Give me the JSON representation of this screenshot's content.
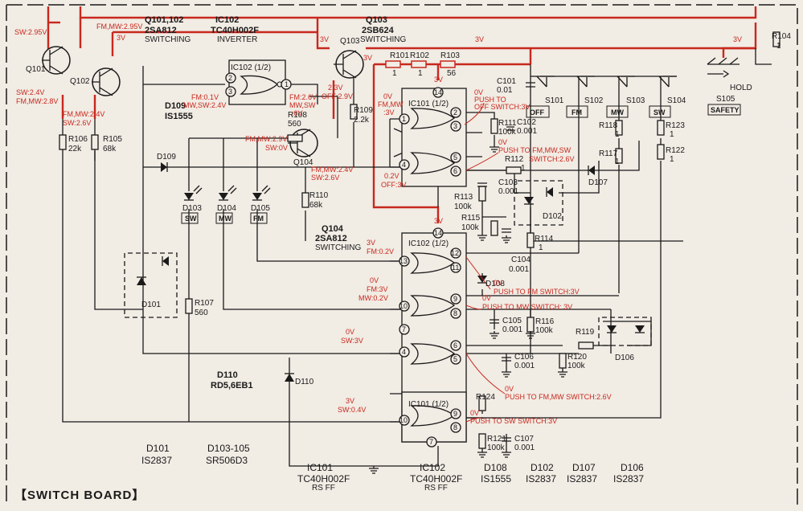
{
  "title": "【SWITCH BOARD】",
  "transistors": {
    "q101": "Q101",
    "q102": "Q102",
    "q101_102_header": "Q101,102",
    "q101_102_type": "2SA812",
    "q101_102_role": "SWITCHING",
    "q103": "Q103",
    "q103_header": "Q103",
    "q103_type": "2SB624",
    "q103_role": "SWITCHING",
    "q104": "Q104",
    "q104_header": "Q104",
    "q104_type": "2SA812",
    "q104_role": "SWITCHING"
  },
  "ic102_header": {
    "name": "IC102",
    "type": "TC40H002F",
    "role": "INVERTER"
  },
  "ics": {
    "ic102_half_top": "IC102 (1/2)",
    "ic101_half_top": "IC101 (1/2)",
    "ic102_half_mid": "IC102 (1/2)",
    "ic101_half_bottom": "IC101 (1/2)"
  },
  "diodes": {
    "d101": "D101",
    "d102": "D102",
    "d103": "D103",
    "d104": "D104",
    "d105": "D105",
    "d106": "D106",
    "d107": "D107",
    "d108": "D108",
    "d109": "D109",
    "d110": "D110",
    "d109_header": "D109",
    "d109_type": "IS1555",
    "d110_header": "D110",
    "d110_type": "RD5,6EB1",
    "d103_box": "SW",
    "d104_box": "MW",
    "d105_box": "FM"
  },
  "resistors": {
    "r101": "R101",
    "r101_v": "1",
    "r102": "R102",
    "r102_v": "1",
    "r103": "R103",
    "r103_v": "56",
    "r104": "R104",
    "r104_v": "1",
    "r105": "R105",
    "r105_v": "68k",
    "r106": "R106",
    "r106_v": "22k",
    "r107": "R107",
    "r107_v": "560",
    "r108": "R108",
    "r108_v": "560",
    "r109": "R109",
    "r109_v": "2.2k",
    "r110": "R110",
    "r110_v": "68k",
    "r111": "R111",
    "r111_v": "100k",
    "r112": "R112",
    "r112_v": "1",
    "r113": "R113",
    "r113_v": "100k",
    "r114": "R114",
    "r114_v": "1",
    "r115": "R115",
    "r115_v": "100k",
    "r116": "R116",
    "r116_v": "100k",
    "r117": "R117",
    "r117_v": "1",
    "r118": "R118",
    "r118_v": "1",
    "r119": "R119",
    "r120": "R120",
    "r120_v": "100k",
    "r121": "R121",
    "r121_v": "100k",
    "r122": "R122",
    "r122_v": "1",
    "r123": "R123",
    "r123_v": "1",
    "r124": "R124"
  },
  "capacitors": {
    "c101": "C101",
    "c101_v": "0.01",
    "c102": "C102",
    "c102_v": "0.001",
    "c103": "C103",
    "c103_v": "0.001",
    "c104": "C104",
    "c104_v": "0.001",
    "c105": "C105",
    "c105_v": "0.001",
    "c106": "C106",
    "c106_v": "0.001",
    "c107": "C107",
    "c107_v": "0.001"
  },
  "switches": {
    "s101": "S101",
    "s101_box": "OFF",
    "s102": "S102",
    "s102_box": "FM",
    "s103": "S103",
    "s103_box": "MW",
    "s104": "S104",
    "s104_box": "SW",
    "s105": "S105",
    "s105_box": "SAFETY",
    "hold": "HOLD"
  },
  "voltages": {
    "sw_295": "SW:2.95V",
    "fmmw_295": "FM,MW:2.95V",
    "v3_a": "3V",
    "v3_b": "3V",
    "v3_c": "3V",
    "v3_d": "3V",
    "v3_e": "3V",
    "v3_f": "3V",
    "v3_g": "3V",
    "v3_h": "3V",
    "q101_sw": "SW:2.4V",
    "q101_fmmw": "FM,MW:2.8V",
    "q102_fmmw": "FM,MW:2.4V",
    "q102_sw": "SW:2.6V",
    "ic_fm": "FM:0.1V",
    "ic_mwsw": "MW,SW:2.4V",
    "ic_out_fm": "FM:2.6V",
    "ic_out_mwsw": "MW,SW",
    "ic_out_0v": ":0V",
    "q103_23": "2.3V",
    "q103_off": "OFF:2.9V",
    "q104_fmmw": "FM,MW:2.9V",
    "q104_sw": "SW:0V",
    "r110_fmmw": "FM,MW:2.4V",
    "r110_sw": "SW:2.6V",
    "p1_0v": "0V",
    "p1_fmmw": "FM,MW",
    "p1_3v": ":3V",
    "p2_0v": "0V",
    "p2_push": "PUSH TO",
    "p2_off": "OFF SWITCH:3V",
    "p4_02": "0.2V",
    "p4_off": "OFF:3V",
    "p6_0v": "0V",
    "p6_push": "PUSH TO FM,MW,SW",
    "p6_sw": "SWITCH:2.6V",
    "m13_3v": "3V",
    "m13_fm": "FM:0.2V",
    "m10_0v": "0V",
    "m10_fm": "FM:3V",
    "m10_mw": "MW:0.2V",
    "m12_0v": "0V",
    "m12_push": "PUSH TO FM SWITCH:3V",
    "m9_0v": "0V",
    "m9_push": "PUSH TO MW SWITCH: 3V",
    "m4_0v": "0V",
    "m4_sw": "SW:3V",
    "m6_0v": "0V",
    "m6_push": "PUSH TO FM,MW SWITCH:2.6V",
    "b10_3v": "3V",
    "b10_sw": "SW:0.4V",
    "b9_0v": "0V",
    "b9_push": "PUSH TO SW SWITCH:3V"
  },
  "pins": [
    "1",
    "2",
    "3",
    "4",
    "5",
    "6",
    "7",
    "8",
    "9",
    "10",
    "11",
    "12",
    "13",
    "14"
  ],
  "legend": {
    "d101": "D101",
    "d101_type": "IS2837",
    "d103_105": "D103-105",
    "d103_105_type": "SR506D3",
    "ic101": "IC101",
    "ic101_type": "TC40H002F",
    "ic101_role": "RS FF",
    "ic102": "IC102",
    "ic102_type": "TC40H002F",
    "ic102_role": "RS FF",
    "d108": "D108",
    "d108_type": "IS1555",
    "d102": "D102",
    "d102_type": "IS2837",
    "d107": "D107",
    "d107_type": "IS2837",
    "d106": "D106",
    "d106_type": "IS2837"
  },
  "colors": {
    "paper": "#f1ece4",
    "ink": "#1a1a1a",
    "red_trace": "#c8281e"
  }
}
